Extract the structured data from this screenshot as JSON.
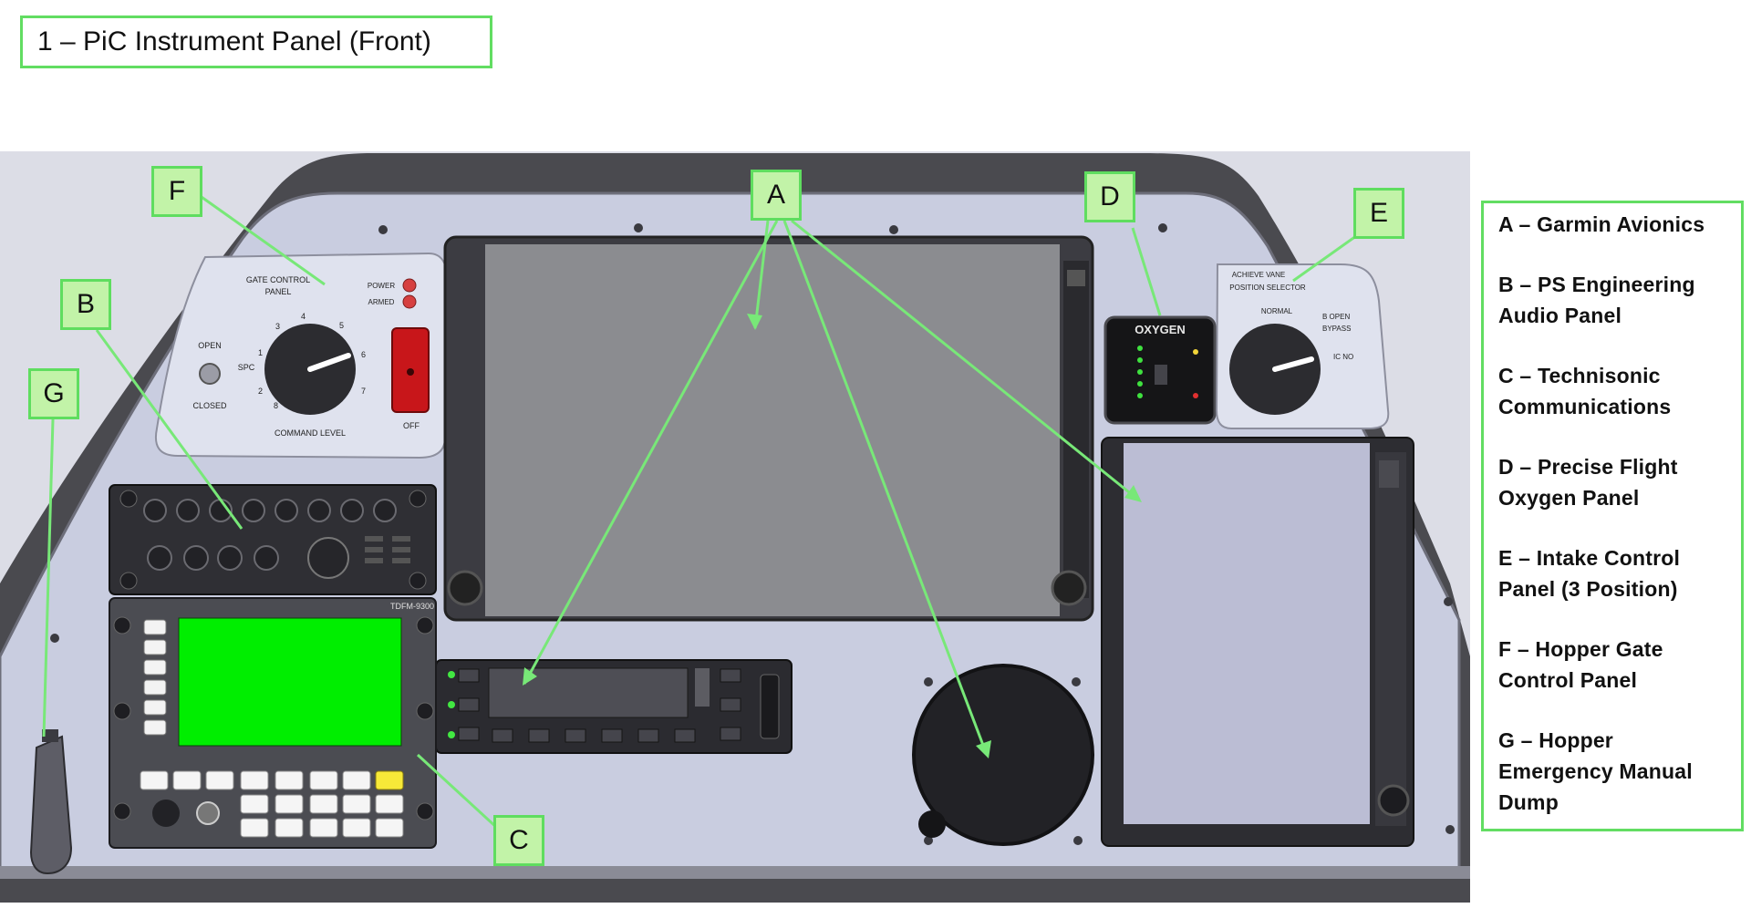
{
  "title": "1 – PiC Instrument Panel (Front)",
  "callouts": {
    "A": "A",
    "B": "B",
    "C": "C",
    "D": "D",
    "E": "E",
    "F": "F",
    "G": "G"
  },
  "legend": [
    {
      "key": "A",
      "text": "A – Garmin Avionics"
    },
    {
      "key": "B",
      "text": "B – PS Engineering Audio Panel"
    },
    {
      "key": "C",
      "text": "C – Technisonic Communications"
    },
    {
      "key": "D",
      "text": "D – Precise Flight Oxygen Panel"
    },
    {
      "key": "E",
      "text": "E – Intake Control Panel (3 Position)"
    },
    {
      "key": "F",
      "text": "F – Hopper Gate Control Panel"
    },
    {
      "key": "G",
      "text": "G – Hopper Emergency Manual Dump"
    }
  ],
  "hopper_panel": {
    "title_line1": "GATE CONTROL",
    "title_line2": "PANEL",
    "open": "OPEN",
    "closed": "CLOSED",
    "spc": "SPC",
    "dial_marks": [
      "1",
      "2",
      "3",
      "4",
      "5",
      "6",
      "7",
      "8"
    ],
    "command_label": "COMMAND LEVEL",
    "power": "POWER",
    "armed": "ARMED",
    "off": "OFF"
  },
  "intake_panel": {
    "line1": "ACHIEVE VANE",
    "line2": "POSITION SELECTOR",
    "normal": "NORMAL",
    "bypass_line1": "B OPEN",
    "bypass_line2": "BYPASS",
    "ic_no": "IC NO"
  },
  "oxygen_panel": {
    "title": "OXYGEN"
  },
  "comm_panel": {
    "model": "TDFM-9300"
  },
  "colors": {
    "accent_green": "#62dd62",
    "screen_green": "#00ee00",
    "panel_gray": "#c9cde0"
  }
}
